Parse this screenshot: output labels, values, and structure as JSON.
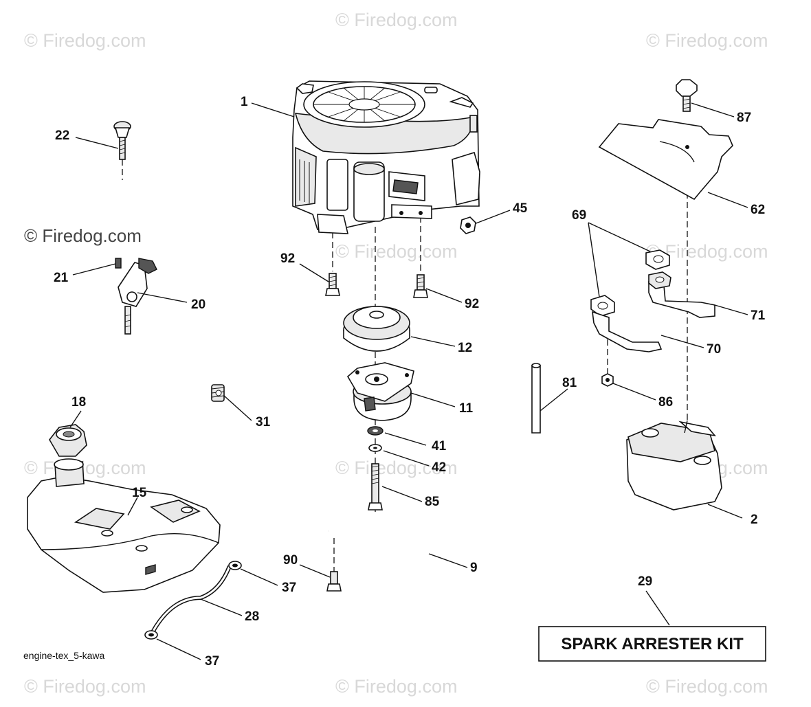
{
  "watermark": "© Firedog.com",
  "diagram_code": "engine-tex_5-kawa",
  "kit_label": "SPARK ARRESTER KIT",
  "callouts": {
    "c1": "1",
    "c2": "2",
    "c9": "9",
    "c11": "11",
    "c12": "12",
    "c15": "15",
    "c18": "18",
    "c20": "20",
    "c21": "21",
    "c22": "22",
    "c28": "28",
    "c29": "29",
    "c31": "31",
    "c37a": "37",
    "c37b": "37",
    "c41": "41",
    "c42": "42",
    "c45": "45",
    "c62": "62",
    "c69": "69",
    "c70": "70",
    "c71": "71",
    "c81": "81",
    "c85": "85",
    "c86": "86",
    "c87": "87",
    "c90": "90",
    "c92a": "92",
    "c92b": "92"
  }
}
